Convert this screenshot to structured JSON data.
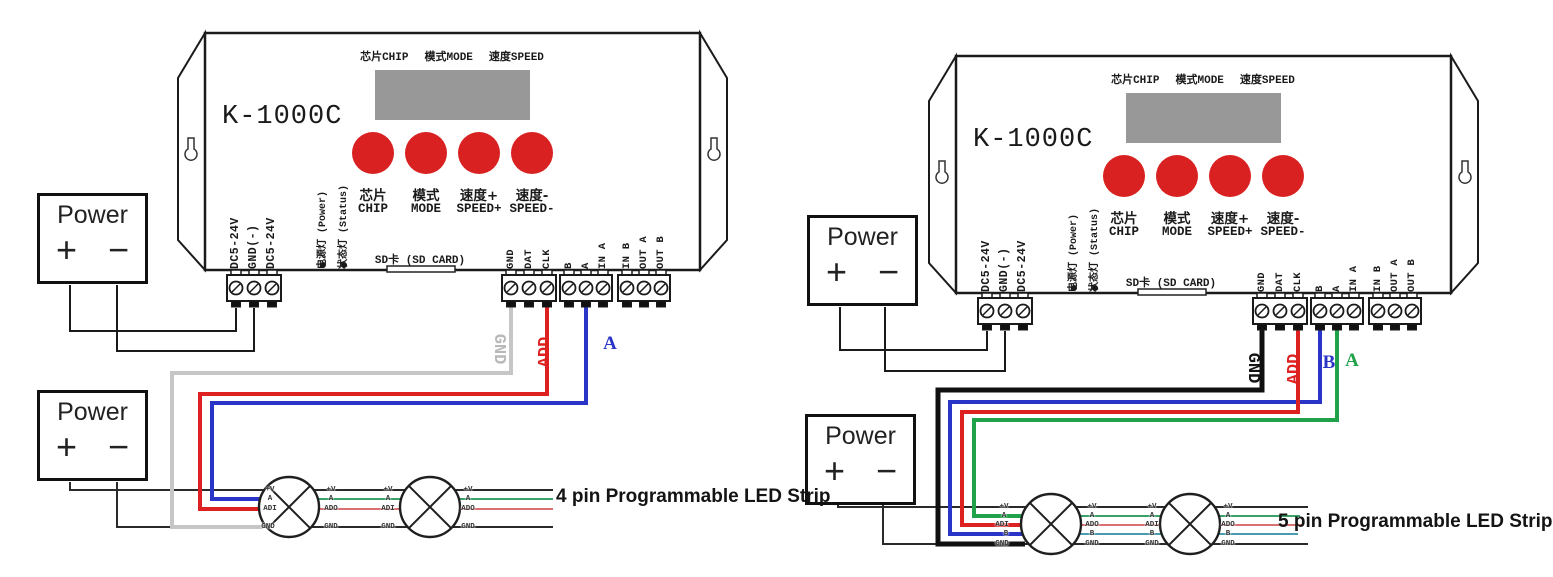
{
  "colors": {
    "outline": "#1a1a1a",
    "display": "#989898",
    "button": "#d92121",
    "wire_gray": "#c6c6c6",
    "wire_red": "#dd2020",
    "wire_blue": "#2a35c8",
    "wire_green": "#1fa24a",
    "wire_black": "#101010",
    "strip_line": "#2a2a2a",
    "strip_a": "#3aa268",
    "strip_add": "#cc4343",
    "strip_b": "#4a9ab0"
  },
  "controller": {
    "model": "K-1000C",
    "header": [
      "芯片CHIP",
      "模式MODE",
      "速度SPEED"
    ],
    "buttons": [
      {
        "zh": "芯片",
        "en": "CHIP"
      },
      {
        "zh": "模式",
        "en": "MODE"
      },
      {
        "zh": "速度+",
        "en": "SPEED+"
      },
      {
        "zh": "速度-",
        "en": "SPEED-"
      }
    ],
    "power_terminals": [
      "DC5-24V",
      "GND(-)",
      "DC5-24V"
    ],
    "indicators": [
      "电源灯 (Power)",
      "状态灯 (Status)"
    ],
    "sd_label": "SD卡 (SD CARD)",
    "out_terminals": [
      "GND",
      "DAT",
      "CLK",
      "B",
      "A",
      "IN A",
      "IN B",
      "OUT A",
      "OUT B"
    ]
  },
  "power_box": {
    "title": "Power",
    "plus": "+",
    "minus": "−"
  },
  "left_diagram": {
    "caption": "4 pin Programmable LED Strip",
    "wire_labels": {
      "gnd": "GND",
      "add": "ADD",
      "a": "A"
    },
    "strip": {
      "in": [
        "+V",
        "A",
        "ADI",
        "GND"
      ],
      "mid_out": [
        "+V",
        "A",
        "ADO",
        "GND"
      ],
      "mid_in": [
        "+V",
        "A",
        "ADI",
        "GND"
      ],
      "out": [
        "+V",
        "A",
        "ADO",
        "GND"
      ]
    }
  },
  "right_diagram": {
    "caption": "5 pin Programmable LED Strip",
    "wire_labels": {
      "gnd": "GND",
      "add": "ADD",
      "b": "B",
      "a": "A"
    },
    "strip": {
      "in": [
        "+V",
        "A",
        "ADI",
        "B",
        "GND"
      ],
      "mid_out": [
        "+V",
        "A",
        "ADO",
        "B",
        "GND"
      ],
      "mid_in": [
        "+V",
        "A",
        "ADI",
        "B",
        "GND"
      ],
      "out": [
        "+V",
        "A",
        "ADO",
        "B",
        "GND"
      ]
    }
  }
}
